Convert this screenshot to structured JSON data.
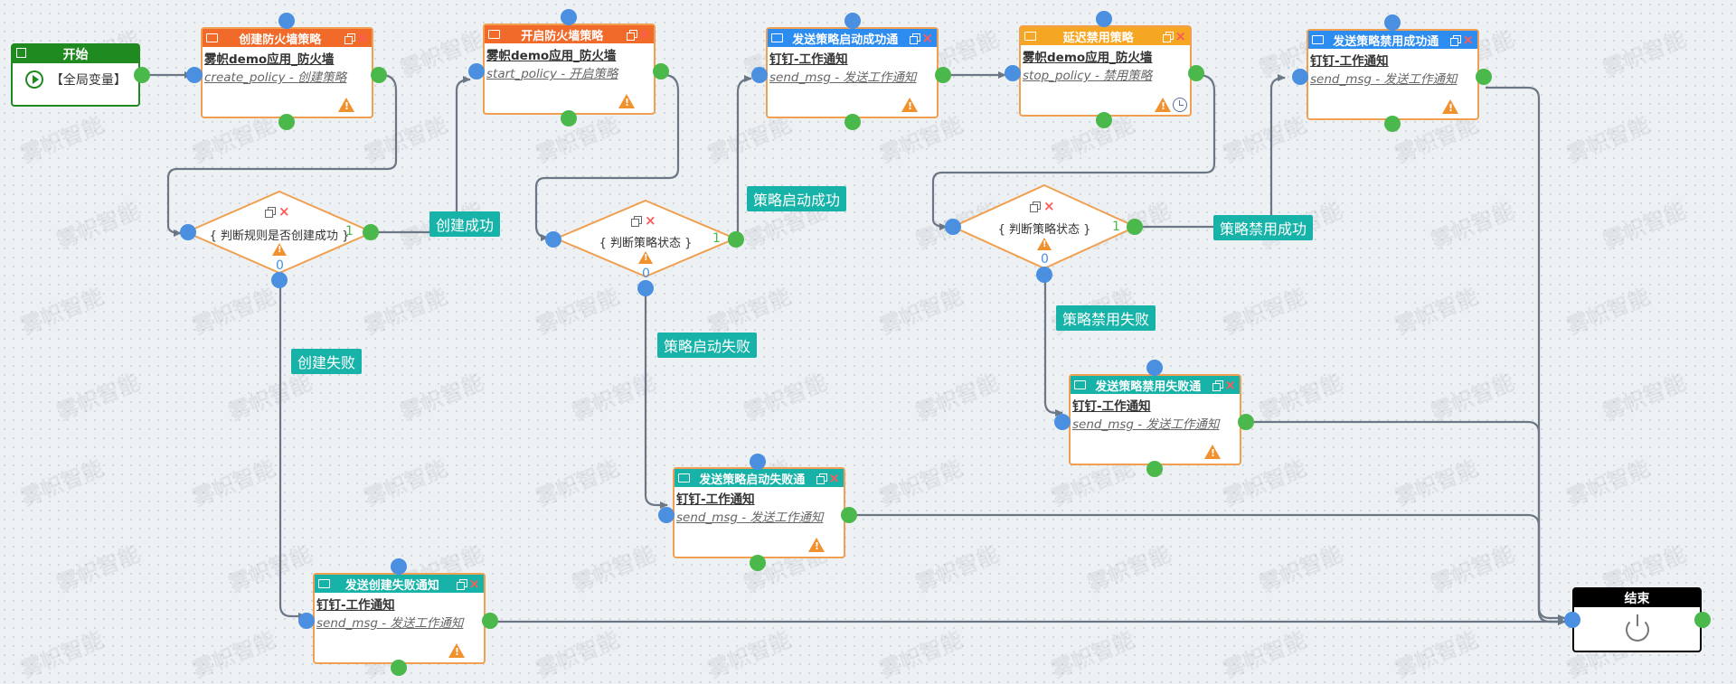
{
  "watermark": "雾帜智能",
  "colors": {
    "start": "#1f8a1f",
    "create": "#f26a2a",
    "open": "#f26a2a",
    "success": "#2d8cf0",
    "delay": "#f5a623",
    "failure": "#17b3a8",
    "end": "#000000",
    "border": "#f0a050",
    "port_in": "#4a8fe0",
    "port_out": "#4bb84b",
    "tag": "#17b3a8"
  },
  "start": {
    "title": "开始",
    "label": "【全局变量】"
  },
  "end": {
    "title": "结束"
  },
  "nodes": {
    "create_policy": {
      "title": "创建防火墙策略",
      "app": "雾帜demo应用_防火墙",
      "action": "create_policy - 创建策略"
    },
    "start_policy": {
      "title": "开启防火墙策略",
      "app": "雾帜demo应用_防火墙",
      "action": "start_policy - 开启策略"
    },
    "notify_start_ok": {
      "title": "发送策略启动成功通",
      "app": "钉钉-工作通知",
      "action": "send_msg - 发送工作通知"
    },
    "stop_policy": {
      "title": "延迟禁用策略",
      "app": "雾帜demo应用_防火墙",
      "action": "stop_policy - 禁用策略"
    },
    "notify_disable_ok": {
      "title": "发送策略禁用成功通",
      "app": "钉钉-工作通知",
      "action": "send_msg - 发送工作通知"
    },
    "notify_disable_fail": {
      "title": "发送策略禁用失败通",
      "app": "钉钉-工作通知",
      "action": "send_msg - 发送工作通知"
    },
    "notify_start_fail": {
      "title": "发送策略启动失败通",
      "app": "钉钉-工作通知",
      "action": "send_msg - 发送工作通知"
    },
    "notify_create_fail": {
      "title": "发送创建失败通知",
      "app": "钉钉-工作通知",
      "action": "send_msg - 发送工作通知"
    }
  },
  "decisions": {
    "check_created": {
      "label": "{ 判断规则是否创建成功 }",
      "true_value": "1",
      "false_value": "0"
    },
    "check_started": {
      "label": "{ 判断策略状态 }",
      "true_value": "1",
      "false_value": "0"
    },
    "check_disabled": {
      "label": "{ 判断策略状态 }",
      "true_value": "1",
      "false_value": "0"
    }
  },
  "edge_labels": {
    "create_ok": "创建成功",
    "create_fail": "创建失败",
    "start_ok": "策略启动成功",
    "start_fail": "策略启动失败",
    "disable_ok": "策略禁用成功",
    "disable_fail": "策略禁用失败"
  }
}
